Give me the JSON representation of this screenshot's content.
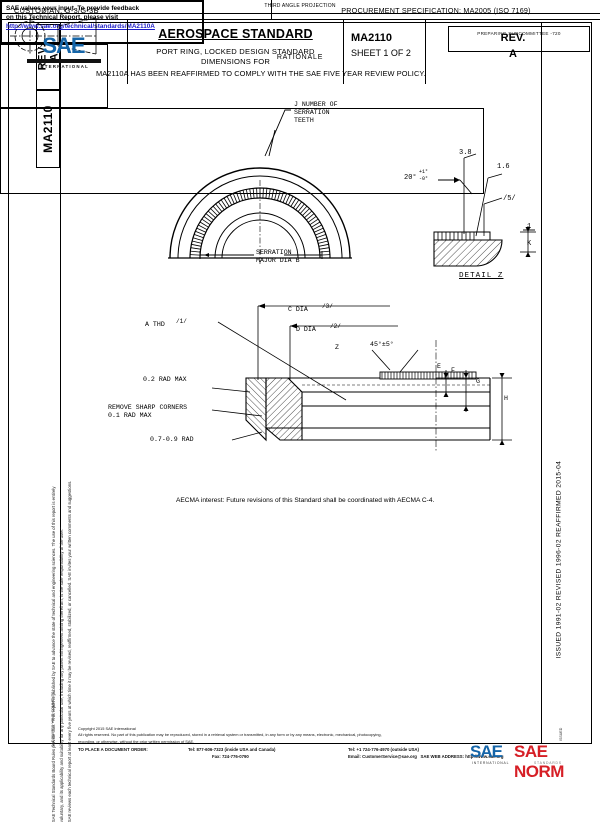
{
  "document": {
    "rev_tab": "REV.\nA",
    "number_tab": "MA2110",
    "preparing": "PREPARING SUBCOMMITTEE\n-720"
  },
  "rationale": {
    "title": "RATIONALE",
    "body": "MA2110A HAS BEEN REAFFIRMED TO COMPLY WITH THE SAE FIVE YEAR REVIEW POLICY."
  },
  "drawing": {
    "callout_teeth": "J NUMBER OF\nSERRATION\nTEETH",
    "callout_major_dia": "SERRATION\nMAJOR DIA B",
    "detail_title": "DETAIL Z",
    "detail_dim_38": "3.8",
    "detail_dim_16": "1.6",
    "detail_note_5": "/5/",
    "detail_angle": "20°",
    "detail_angle_tol_up": "+1°",
    "detail_angle_tol_dn": "-0°",
    "detail_dim_1": "1",
    "detail_dim_k": "K",
    "dim_c_dia": "C DIA",
    "dim_c_note": "/3/",
    "dim_d_dia": "D DIA",
    "dim_d_note": "/2/",
    "dim_a_thd": "A THD",
    "dim_a_note": "/1/",
    "dim_angle_45": "45°±5°",
    "label_z": "Z",
    "label_e": "E",
    "label_f": "F",
    "label_g": "G",
    "label_h": "H",
    "note_rad_02": "0.2 RAD MAX",
    "note_sharp": "REMOVE SHARP CORNERS\n0.1 RAD MAX",
    "note_rad_07": "0.7-0.9 RAD"
  },
  "aecma": {
    "text": "AECMA interest: Future revisions of this Standard shall be coordinated with AECMA C-4."
  },
  "feedback": {
    "line1": "SAE values your input. To provide feedback",
    "line2": "on this Technical Report, please visit",
    "link": "http://www.sae.org/technical/standards/MA2110A"
  },
  "projection": {
    "title": "THIRD ANGLE PROJECTION"
  },
  "title_block": {
    "custodian": "CUSTODIAN: G-3/G-3B",
    "procurement": "PROCUREMENT SPECIFICATION: MA2005 (ISO 7169)",
    "standard_title": "AEROSPACE STANDARD",
    "subtitle_line1": "PORT RING, LOCKED DESIGN STANDARD",
    "subtitle_line2": "DIMENSIONS FOR",
    "doc_number": "MA2110",
    "sheet": "SHEET 1 OF 2",
    "rev_label": "REV.",
    "rev_value": "A",
    "logo_word": "SAE",
    "logo_sub": "INTERNATIONAL"
  },
  "margins": {
    "right_issue": "ISSUED 1991-02      REVISED 1996-02      REAFFIRMED 2015-04",
    "left_legal_lines": [
      "SAE Technical Standards Board Rules provide that: \"This report is published by SAE to advance the state of technical and engineering sciences. The use of this report is entirely",
      "voluntary, and its applicability and suitability for any particular use, including any patent infringement arising therefrom, is the sole responsibility of the user.\"",
      "SAE reviews each technical report at least every five years at which time it may be revised, reaffirmed, stabilized, or cancelled. SAE invites your written comments and suggestions."
    ],
    "left_bottom": "SAE INVITES YOUR COMMENTS",
    "right_bottom": "ISSUED"
  },
  "footer": {
    "copyright": "Copyright 2015 SAE International",
    "rights1": "All rights reserved. No part of this publication may be reproduced, stored in a retrieval system or transmitted, in any form or by any means, electronic, mechanical, photocopying,",
    "rights2": "recording, or otherwise, without the prior written permission of SAE.",
    "order_label": "TO PLACE A DOCUMENT ORDER:",
    "tel_us": "Tel: 877-606-7323 (inside USA and Canada)",
    "fax": "Fax: 724-776-0790",
    "tel_intl": "Tel: +1 724-776-4970 (outside USA)",
    "email": "Email: CustomerService@sae.org",
    "web_label": "SAE WEB ADDRESS:",
    "web": "http://www.sae.org"
  },
  "watermark": {
    "part1": "SAE",
    "part2": "SAE NORM",
    "sub1": "INTERNATIONAL",
    "sub2": "STANDARDS"
  }
}
